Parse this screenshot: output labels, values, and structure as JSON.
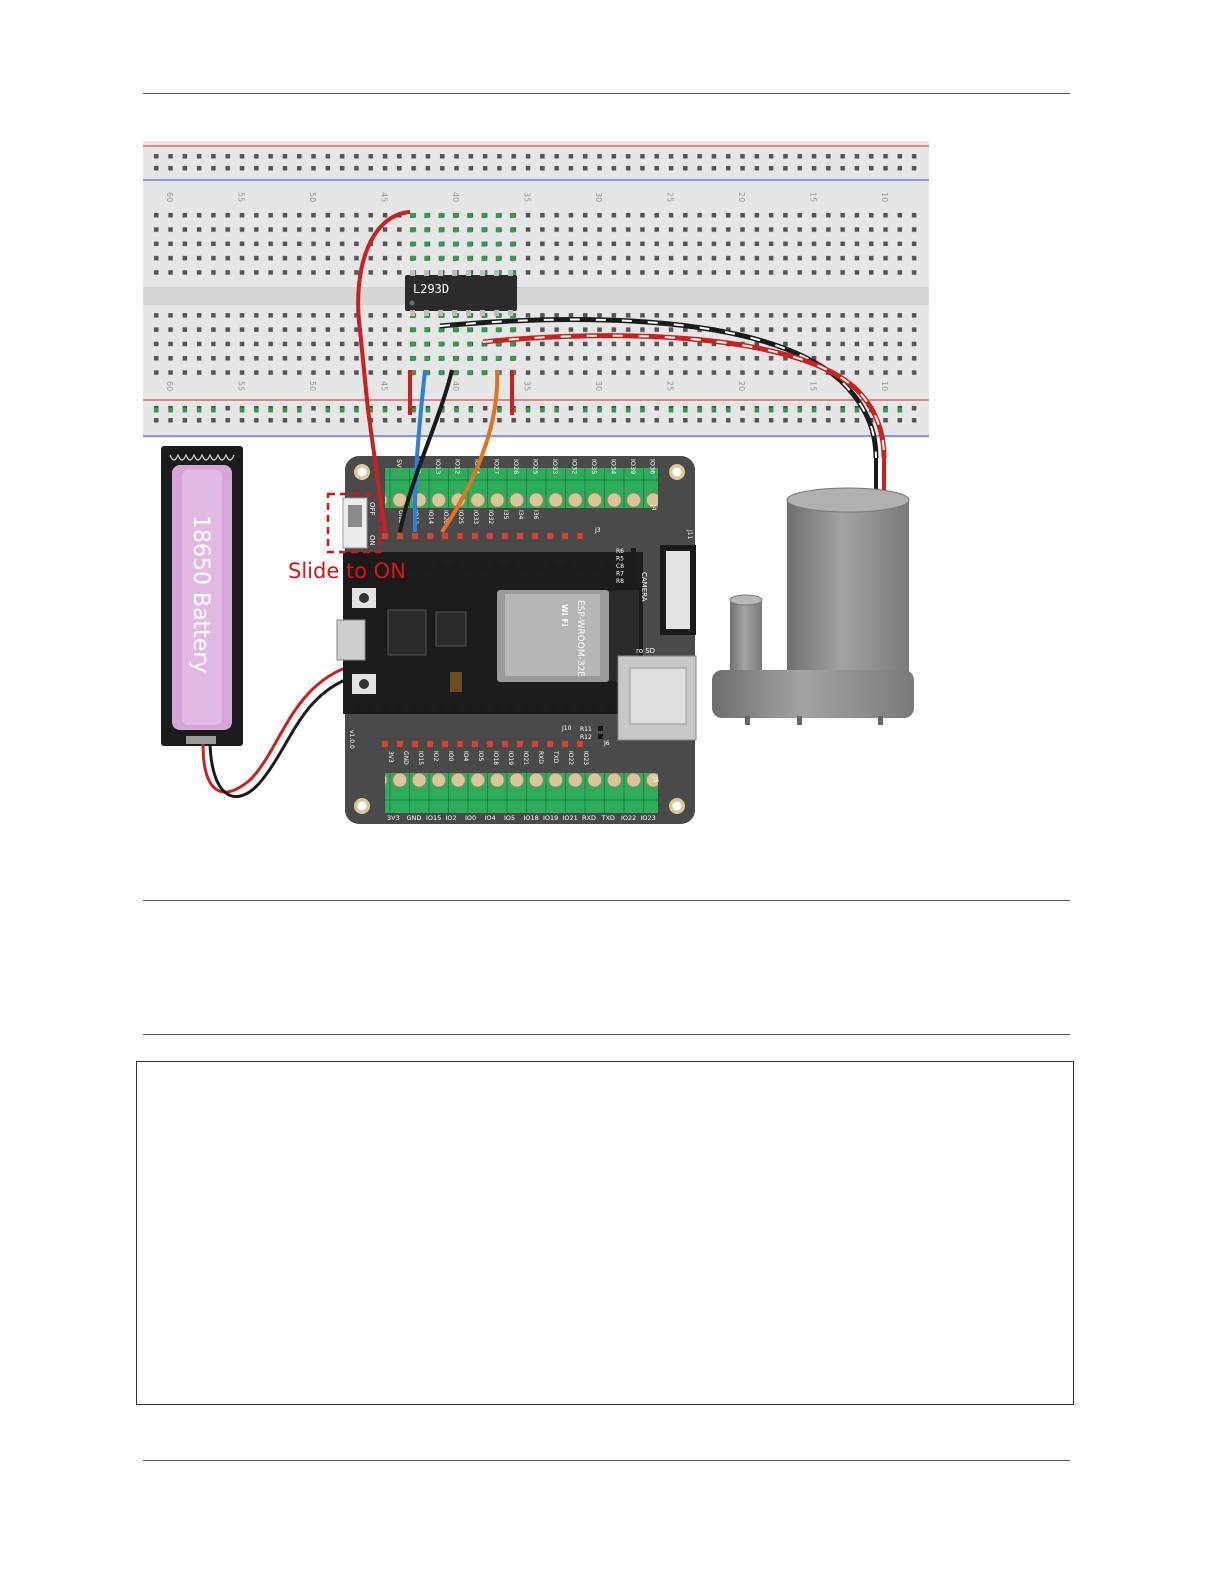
{
  "breadboard": {
    "column_numbers": [
      "60",
      "55",
      "50",
      "45",
      "40",
      "35",
      "30",
      "25",
      "20",
      "15",
      "10"
    ]
  },
  "chip": {
    "label": "L293D"
  },
  "battery": {
    "label": "18650 Battery"
  },
  "switch": {
    "off_label": "OFF",
    "on_label": "ON"
  },
  "annotation": {
    "text": "Slide to ON",
    "color": "#dd1111"
  },
  "board": {
    "top_terminal_labels": [
      "5V",
      "GND",
      "IO13",
      "IO12",
      "IO14",
      "IO27",
      "IO26",
      "IO25",
      "IO33",
      "IO32",
      "IO35",
      "IO34",
      "IO39",
      "IO36"
    ],
    "top_header_labels": [
      "GND",
      "IO12",
      "IO14",
      "IO26",
      "IO25",
      "IO33",
      "IO32",
      "I35",
      "I34",
      "I36"
    ],
    "bottom_header_labels": [
      "3V3",
      "GND",
      "IO15",
      "IO2",
      "IO0",
      "IO4",
      "IO5",
      "IO18",
      "IO19",
      "IO21",
      "RXD",
      "TXD",
      "IO22",
      "IO23"
    ],
    "bottom_terminal_labels": [
      "3V3",
      "GND",
      "IO15",
      "IO2",
      "IO0",
      "IO4",
      "IO5",
      "IO18",
      "IO19",
      "IO21",
      "RXD",
      "TXD",
      "IO22",
      "IO23"
    ],
    "connector_labels": {
      "j4": "J4",
      "j3": "J3",
      "j5": "J5",
      "j6": "J6",
      "j10": "J10",
      "j11": "J11"
    },
    "resistor_labels": [
      "R6",
      "R5",
      "C8",
      "R7",
      "R8"
    ],
    "resistor_labels_lower": [
      "R11",
      "R12"
    ],
    "camera_label": "CAMERA",
    "sd_label": "ro SD",
    "version_label": "v1.0.0",
    "module": {
      "name": "ESP-WROOM-32E",
      "wifi": "Wi Fi"
    }
  },
  "colors": {
    "breadboard": "#e6e6e6",
    "red_wire": "#cc1f1f",
    "blue_wire": "#2f7fd6",
    "orange_wire": "#e07320",
    "black_wire": "#1a1a1a",
    "battery_pink": "#d7a6d9",
    "terminal_green": "#2dac5c",
    "motor_gray": "#8c8c8c"
  }
}
